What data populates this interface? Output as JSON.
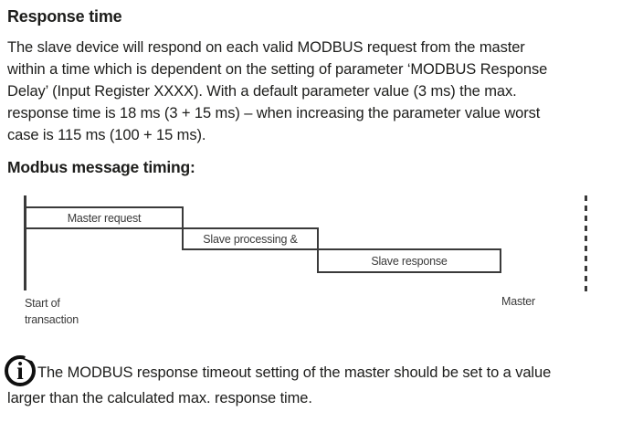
{
  "page": {
    "background": "#ffffff",
    "text_color": "#1d1d1b",
    "diagram_color": "#3a3a3a"
  },
  "heading": "Response time",
  "intro": {
    "lines": [
      "The slave device will respond on each valid MODBUS request from the master",
      "within a time which is dependent on the setting of parameter ‘MODBUS Response",
      "Delay’ (Input Register XXXX). With a default parameter value (3 ms) the max.",
      "response time is 18 ms (3 + 15 ms) – when increasing the parameter value worst",
      "case is 115 ms (100 + 15 ms)."
    ]
  },
  "subheading": "Modbus message timing:",
  "diagram": {
    "boxes": [
      {
        "label": "Master request"
      },
      {
        "label": "Slave processing &"
      },
      {
        "label": "Slave response"
      }
    ],
    "start_label_line1": "Start of",
    "start_label_line2": "transaction",
    "master_label": "Master"
  },
  "note": {
    "icon_glyph": "i",
    "line1": "The MODBUS response timeout setting of the master should be set to a value",
    "line2": "larger than the calculated max. response time."
  }
}
